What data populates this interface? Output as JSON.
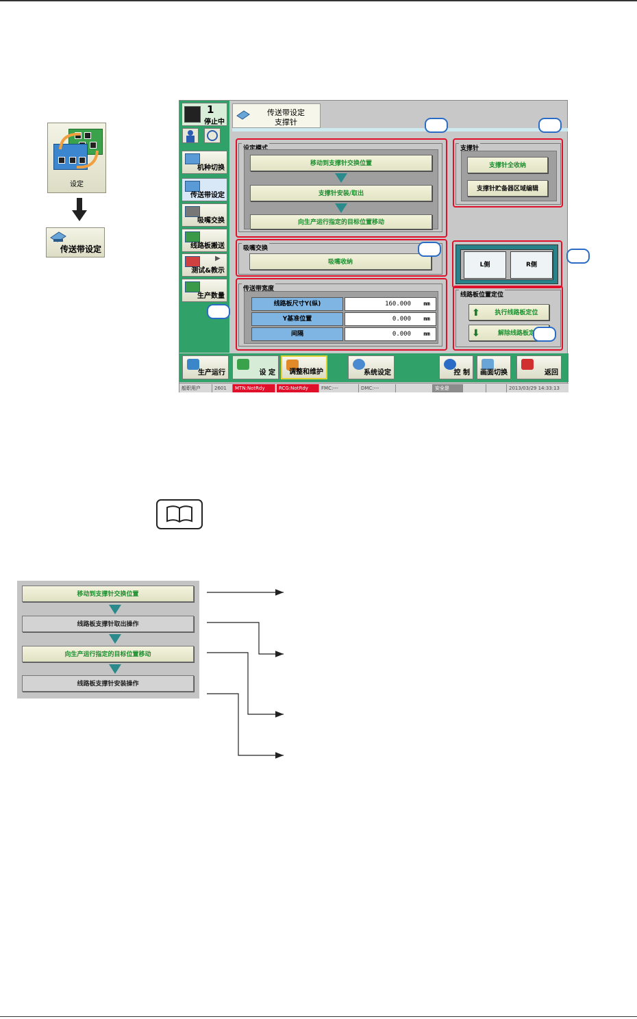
{
  "left_icons": {
    "settings_label": "设定",
    "conveyor_settings_label": "传送带设定"
  },
  "screen": {
    "status": {
      "number": "1",
      "state": "停止中"
    },
    "sidebar": {
      "items": [
        {
          "label": "机种切换"
        },
        {
          "label": "传送带设定"
        },
        {
          "label": "吸嘴交换"
        },
        {
          "label": "线路板搬送"
        },
        {
          "label": "测试&教示"
        },
        {
          "label": "生产数量"
        }
      ]
    },
    "header": {
      "line1": "传送带设定",
      "line2": "支撑针"
    },
    "setting_mode": {
      "title": "设定模式",
      "buttons": [
        "移动到支撑针交换位置",
        "支撑针安装/取出",
        "向生产运行指定的目标位置移动"
      ]
    },
    "support_pin": {
      "title": "支撑针",
      "buttons": [
        "支撑针全收纳",
        "支撑针贮备器区域编辑"
      ]
    },
    "nozzle_exchange": {
      "title": "吸嘴交换",
      "button": "吸嘴收纳"
    },
    "lr": {
      "left": "L侧",
      "right": "R侧"
    },
    "conveyor_width": {
      "title": "传送带宽度",
      "rows": [
        {
          "label": "线路板尺寸Y(纵)",
          "value": "160.000",
          "unit": "mm"
        },
        {
          "label": "Y基准位置",
          "value": "0.000",
          "unit": "mm"
        },
        {
          "label": "间隔",
          "value": "0.000",
          "unit": "mm"
        }
      ]
    },
    "board_positioning": {
      "title": "线路板位置定位",
      "execute": "执行线路板定位",
      "release": "解除线路板定"
    },
    "bottom_bar": {
      "production": "生产运行",
      "setup": "设 定",
      "adjust": "调整和维护",
      "system": "系统设定",
      "control": "控 制",
      "screen_switch": "画面切换",
      "back": "返回"
    },
    "status_bar": {
      "user": "般职用户",
      "code": "2601",
      "mtn": "MTN:NotRdy",
      "rcg": "RCG:NotRdy",
      "fmc": "FMC:---",
      "dmc": "DMC:---",
      "safety": "安全是",
      "datetime": "2013/03/29 14:33:13"
    }
  },
  "flow": {
    "steps": [
      "移动到支撑针交换位置",
      "线路板支撑针取出操作",
      "向生产运行指定的目标位置移动",
      "线路板支撑针安装操作"
    ]
  },
  "colors": {
    "sidebar_green": "#2fa169",
    "callout_red": "#e0102a",
    "callout_blue": "#2a6cc5",
    "button_text_green": "#1d8f2f",
    "table_label_blue": "#7fb5e3"
  }
}
